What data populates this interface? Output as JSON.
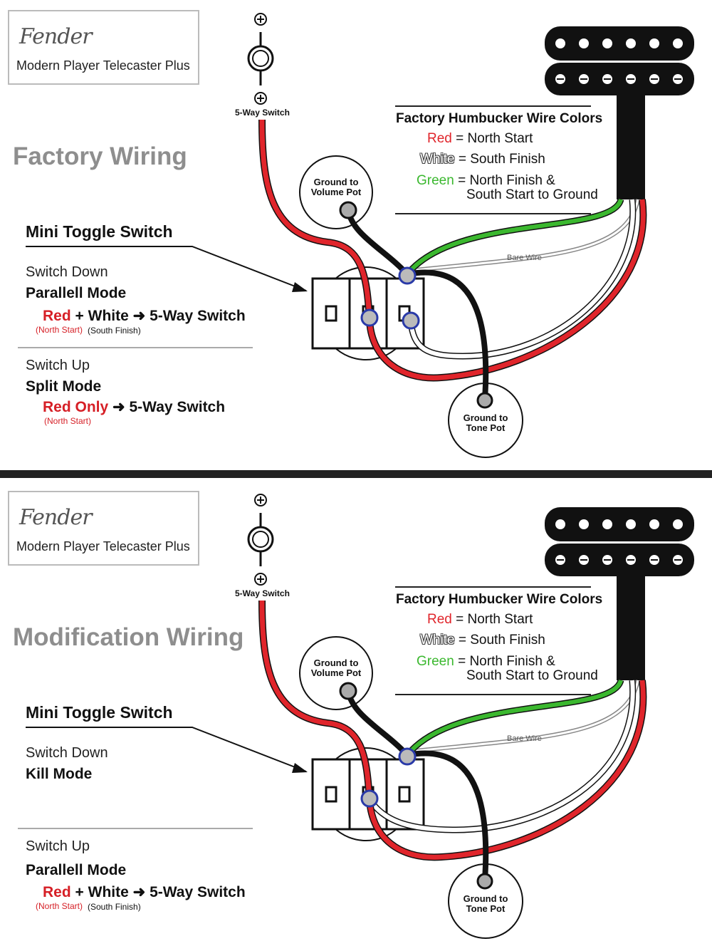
{
  "brand": {
    "logo": "Fender",
    "model": "Modern Player Telecaster Plus"
  },
  "common": {
    "five_way_switch": "5-Way Switch",
    "ground_volume": [
      "Ground to",
      "Volume Pot"
    ],
    "ground_tone": [
      "Ground to",
      "Tone Pot"
    ],
    "bare_wire": "Bare Wire",
    "legend": {
      "title": "Factory Humbucker Wire Colors",
      "red_word": "Red",
      "red_desc": " = North Start",
      "white_word": "White",
      "white_desc": " = South Finish",
      "green_word": "Green",
      "green_desc": " = North Finish &",
      "green_desc2": "South Start to Ground"
    }
  },
  "factory": {
    "title": "Factory Wiring",
    "toggle_title": "Mini Toggle Switch",
    "down_label": "Switch Down",
    "down_mode": "Parallell Mode",
    "down_red": "Red",
    "down_plus": " + White",
    "down_dest": "5-Way Switch",
    "down_red_note": "(North Start)",
    "down_white_note": "(South Finish)",
    "up_label": "Switch Up",
    "up_mode": "Split Mode",
    "up_red": "Red Only",
    "up_dest": "5-Way Switch",
    "up_red_note": "(North Start)"
  },
  "modification": {
    "title": "Modification Wiring",
    "toggle_title": "Mini Toggle Switch",
    "down_label": "Switch Down",
    "down_mode": "Kill Mode",
    "up_label": "Switch Up",
    "up_mode": "Parallell Mode",
    "up_red": "Red",
    "up_plus": " + White",
    "up_dest": "5-Way Switch",
    "up_red_note": "(North Start)",
    "up_white_note": "(South Finish)"
  },
  "colors": {
    "red": "#e0252b",
    "green": "#3bb82f",
    "black": "#111111",
    "white": "#ffffff",
    "title_gray": "#8e8e8e",
    "terminal_blue": "#2a3aa8"
  },
  "icons": [
    "screw-icon",
    "arrow-icon",
    "humbucker-pickup-icon",
    "potentiometer-icon",
    "toggle-switch-icon"
  ]
}
